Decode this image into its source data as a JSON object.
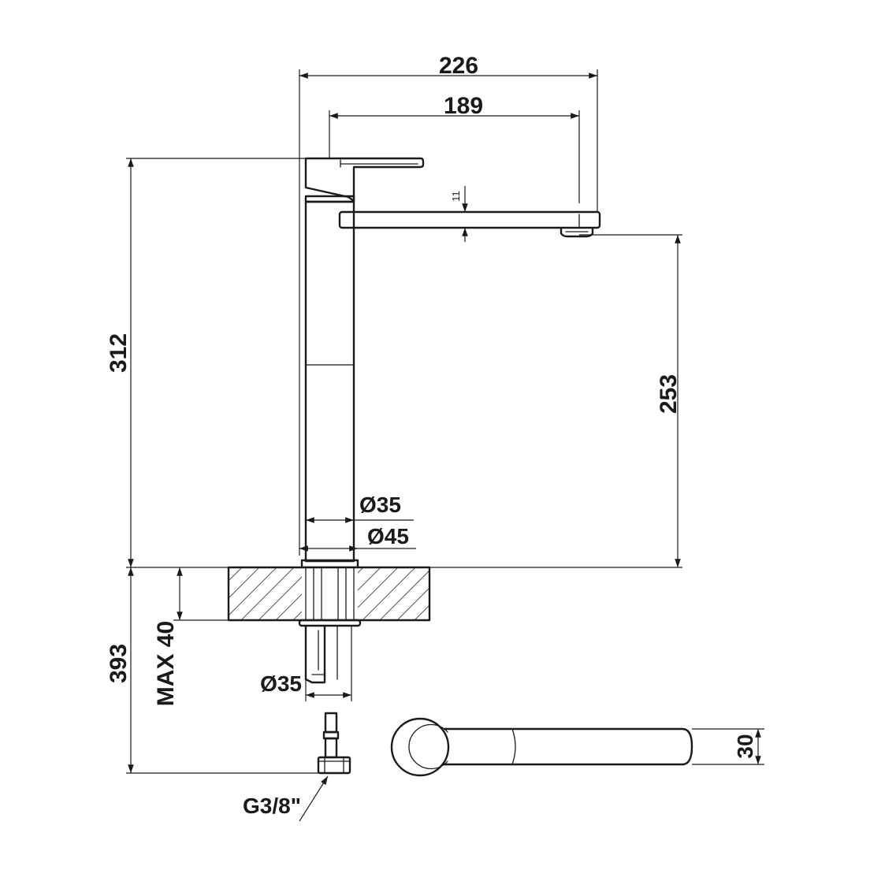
{
  "dimensions": {
    "overall_width": "226",
    "spout_reach": "189",
    "spout_thickness": "11",
    "total_height": "312",
    "spout_height": "253",
    "body_diameter": "Ø35",
    "base_diameter": "Ø45",
    "under_counter_length": "393",
    "max_counter_thickness": "MAX 40",
    "shank_diameter": "Ø35",
    "hose_thread": "G3/8\"",
    "spout_width": "30"
  },
  "colors": {
    "line": "#1a1a1a",
    "background": "#ffffff"
  }
}
